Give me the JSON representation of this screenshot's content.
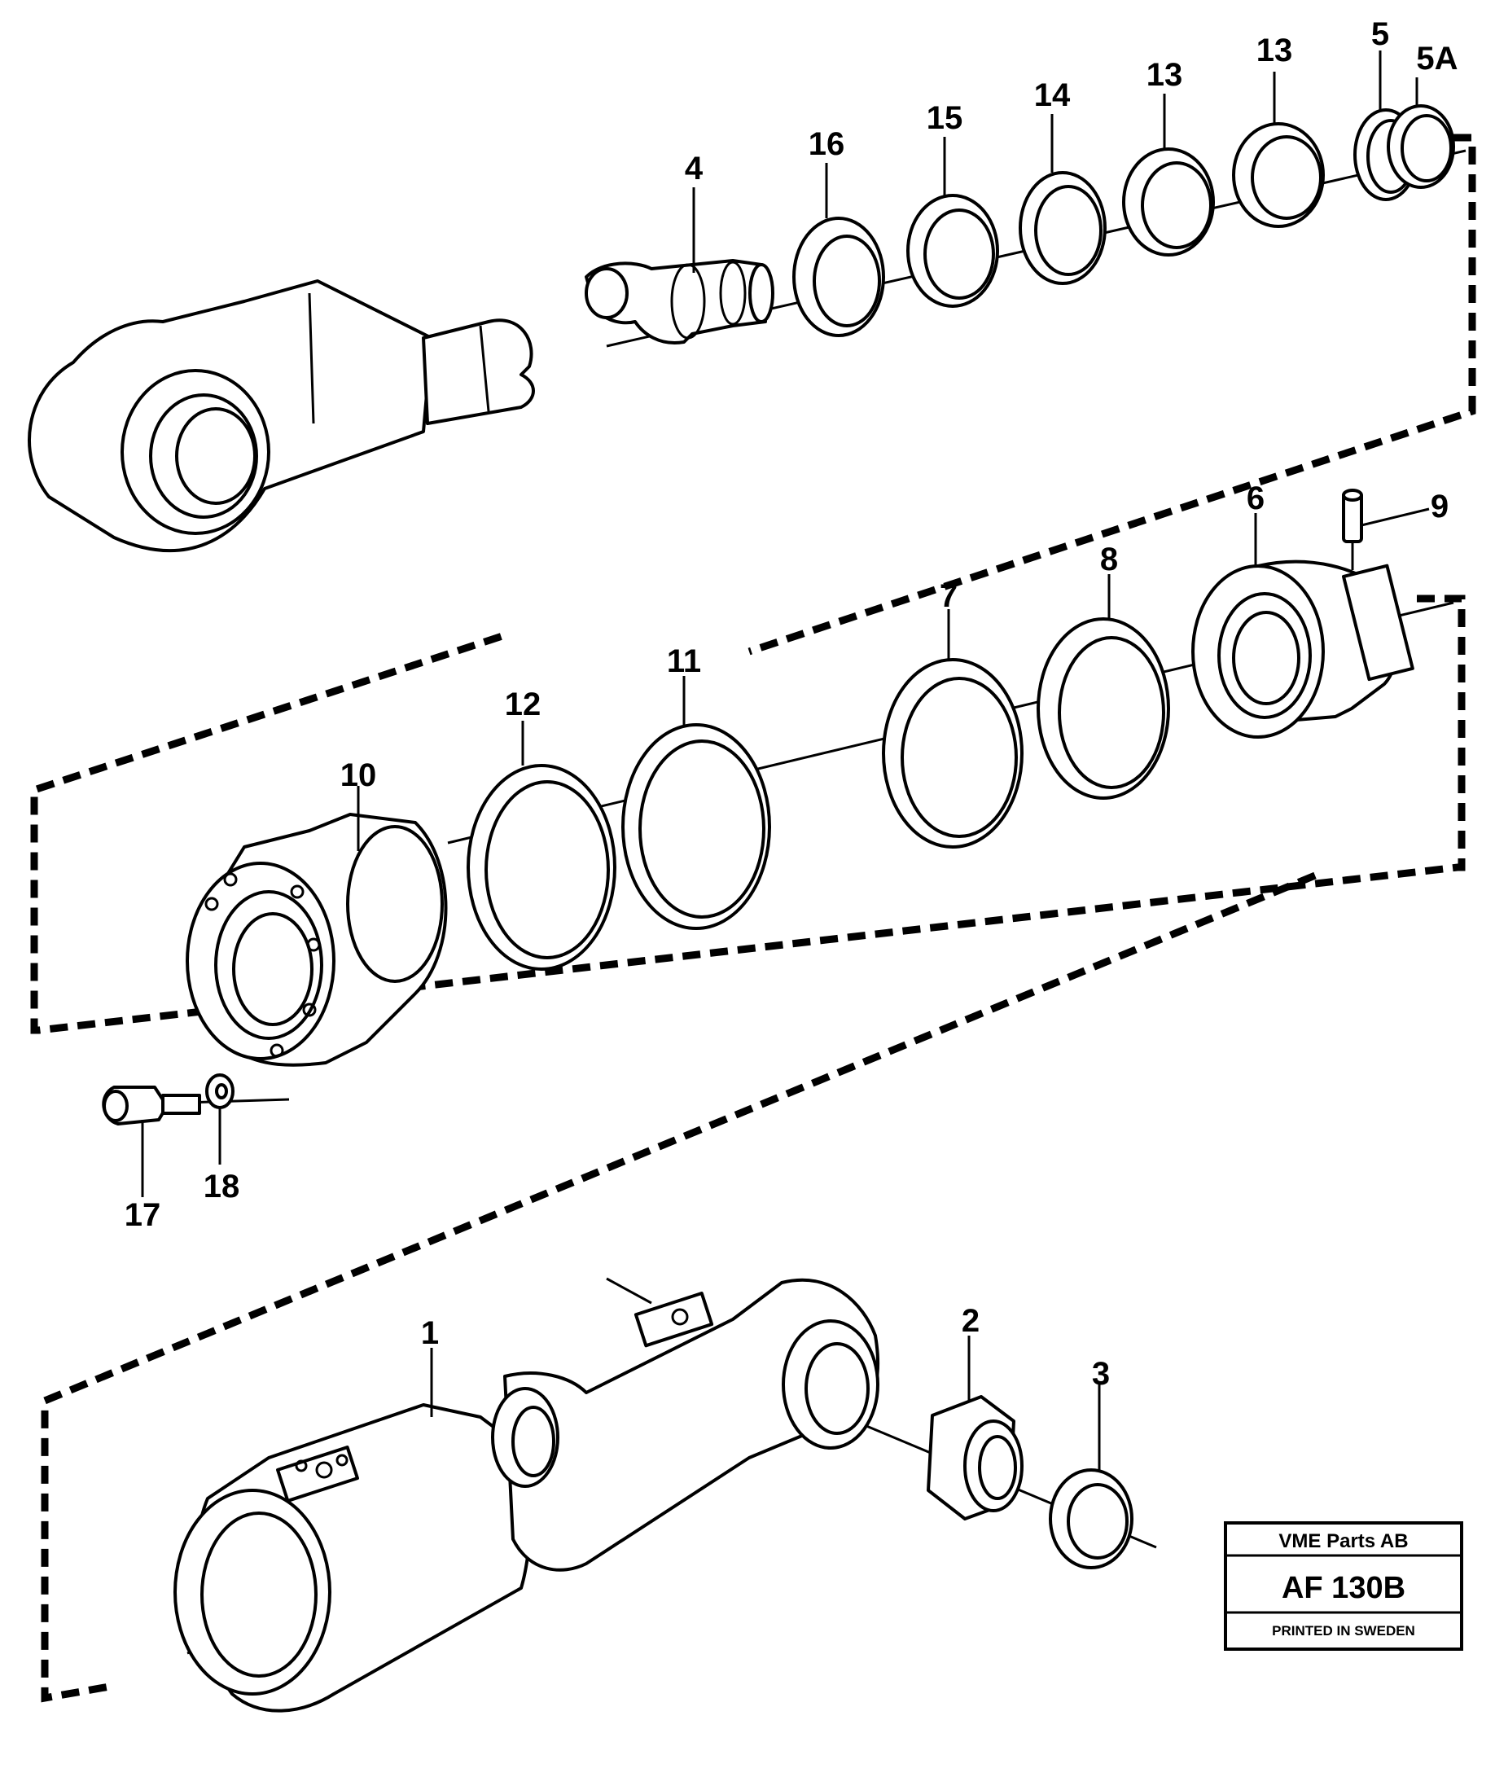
{
  "labels": {
    "l1": "1",
    "l2": "2",
    "l3": "3",
    "l4": "4",
    "l5": "5",
    "l5a": "5A",
    "l6": "6",
    "l7": "7",
    "l8": "8",
    "l9": "9",
    "l10": "10",
    "l11": "11",
    "l12": "12",
    "l13a": "13",
    "l13b": "13",
    "l14": "14",
    "l15": "15",
    "l16": "16",
    "l17": "17",
    "l18": "18"
  },
  "title_block": {
    "company": "VME Parts AB",
    "code": "AF 130B",
    "printed": "PRINTED IN SWEDEN"
  }
}
